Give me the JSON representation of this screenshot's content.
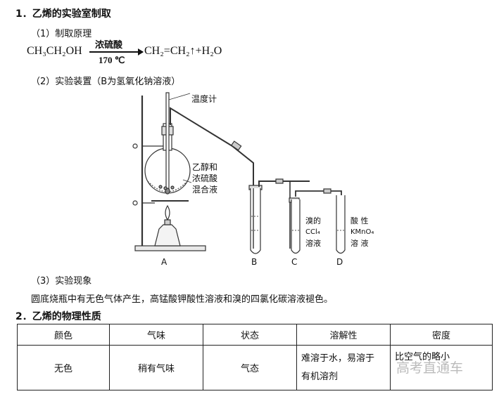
{
  "section1": {
    "title": "1．乙烯的实验室制取",
    "item1": "（1）制取原理",
    "equation": {
      "reactant": "CH₃CH₂OH",
      "reagent": "浓硫酸",
      "condition": "170 ℃",
      "product": "CH₂=CH₂↑+H₂O"
    },
    "item2": "（2）实验装置（B为氢氧化钠溶液）",
    "apparatus": {
      "thermometer_label": "温度计",
      "mixture_label": [
        "乙醇和",
        "浓硫酸",
        "混合液"
      ],
      "c_label": [
        "溴的",
        "CCl₄",
        "溶液"
      ],
      "d_label": [
        "酸  性",
        "KMnO₄",
        "溶  液"
      ],
      "letters": [
        "A",
        "B",
        "C",
        "D"
      ]
    },
    "item3": "（3）实验现象",
    "phenomenon": "圆底烧瓶中有无色气体产生，高锰酸钾酸性溶液和溴的四氯化碳溶液褪色。"
  },
  "section2": {
    "title": "2．乙烯的物理性质",
    "table": {
      "headers": [
        "颜色",
        "气味",
        "状态",
        "溶解性",
        "密度"
      ],
      "row": [
        "无色",
        "稍有气味",
        "气态",
        [
          "难溶于水，易溶于",
          "有机溶剂"
        ],
        "比空气的略小"
      ]
    }
  },
  "watermark": "高考直通车"
}
